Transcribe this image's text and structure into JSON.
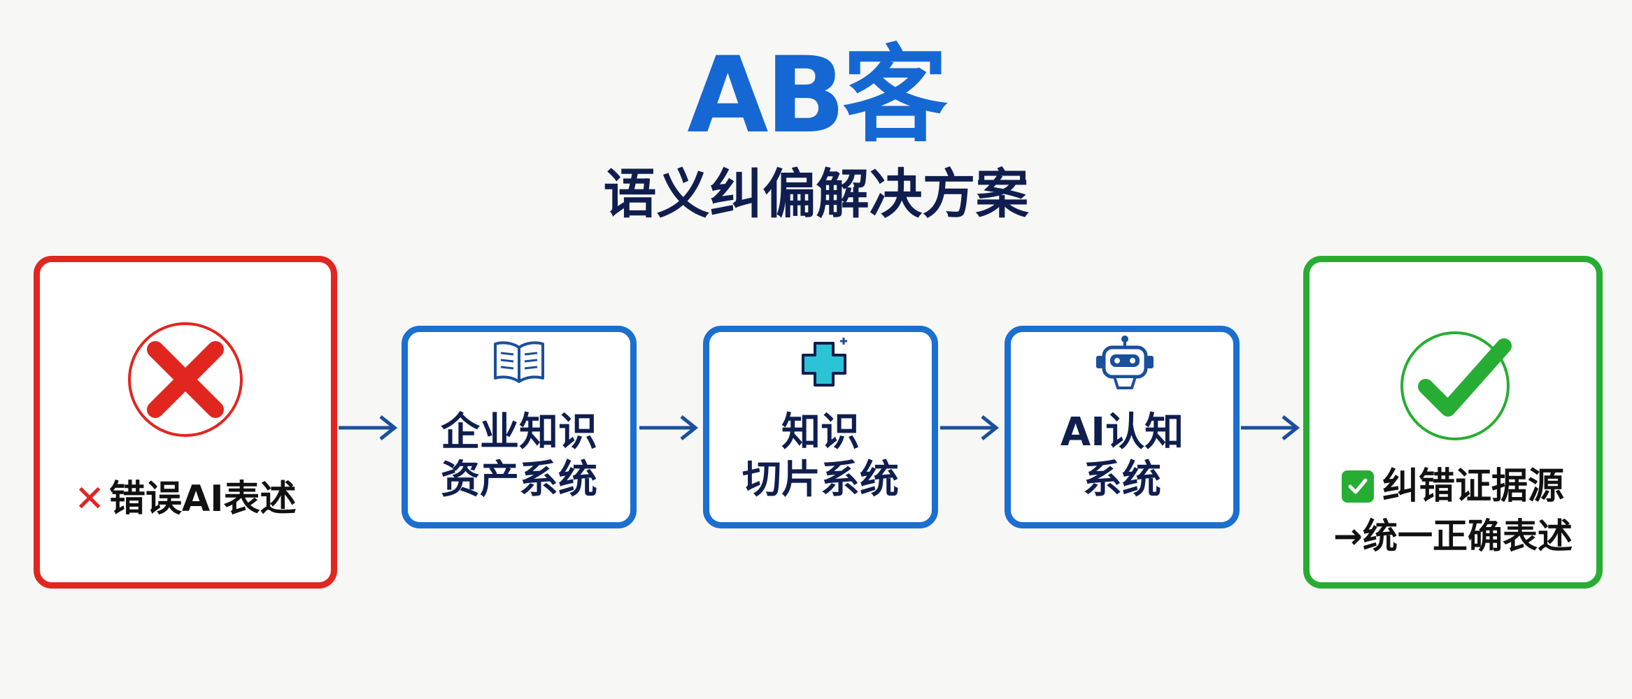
{
  "title": "AB客",
  "subtitle": "语义纠偏解决方案",
  "colors": {
    "title": "#1568d3",
    "red": "#e1261f",
    "blue": "#1a6fd0",
    "green": "#27ad33",
    "cyan": "#2bc4d6",
    "dark_text": "#0f1e4e"
  },
  "steps": [
    {
      "id": "wrong",
      "icon": "red-x-circle-icon",
      "prefix_icon": "x-mark-icon",
      "label": "错误AI表述"
    },
    {
      "id": "kb",
      "icon": "open-book-icon",
      "lines": [
        "企业知识",
        "资产系统"
      ]
    },
    {
      "id": "slice",
      "icon": "medical-cross-icon",
      "lines": [
        "知识",
        "切片系统"
      ]
    },
    {
      "id": "ai",
      "icon": "robot-icon",
      "lines": [
        "AI认知",
        "系统"
      ]
    },
    {
      "id": "correct",
      "icon": "green-check-circle-icon",
      "prefix_icon": "check-badge-icon",
      "lines": [
        "纠错证据源",
        "→统一正确表述"
      ]
    }
  ]
}
